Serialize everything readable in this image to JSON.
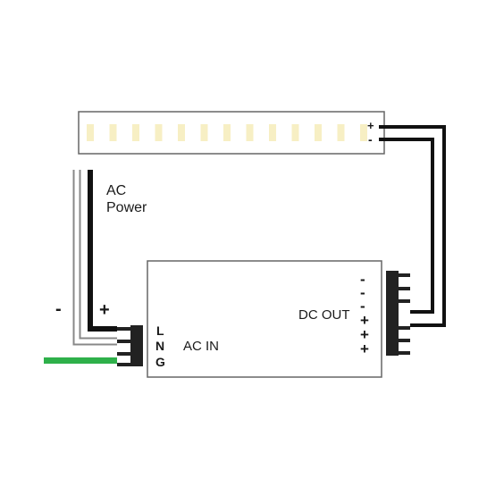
{
  "strip": {
    "plus_label": "+",
    "minus_label": "-",
    "led_count": 13,
    "led_color": "#f7efc4"
  },
  "ac_power": {
    "line1": "AC",
    "line2": "Power",
    "minus_label": "-",
    "plus_label": "+"
  },
  "driver": {
    "ac_in_label": "AC IN",
    "dc_out_label": "DC OUT",
    "input_terminals": [
      "L",
      "N",
      "G"
    ],
    "output_terminals": [
      "-",
      "-",
      "-",
      "+",
      "+",
      "+"
    ]
  },
  "colors": {
    "outline": "#666666",
    "wire_black": "#111111",
    "ground_wire": "#2eb04a",
    "terminal": "#222222"
  }
}
